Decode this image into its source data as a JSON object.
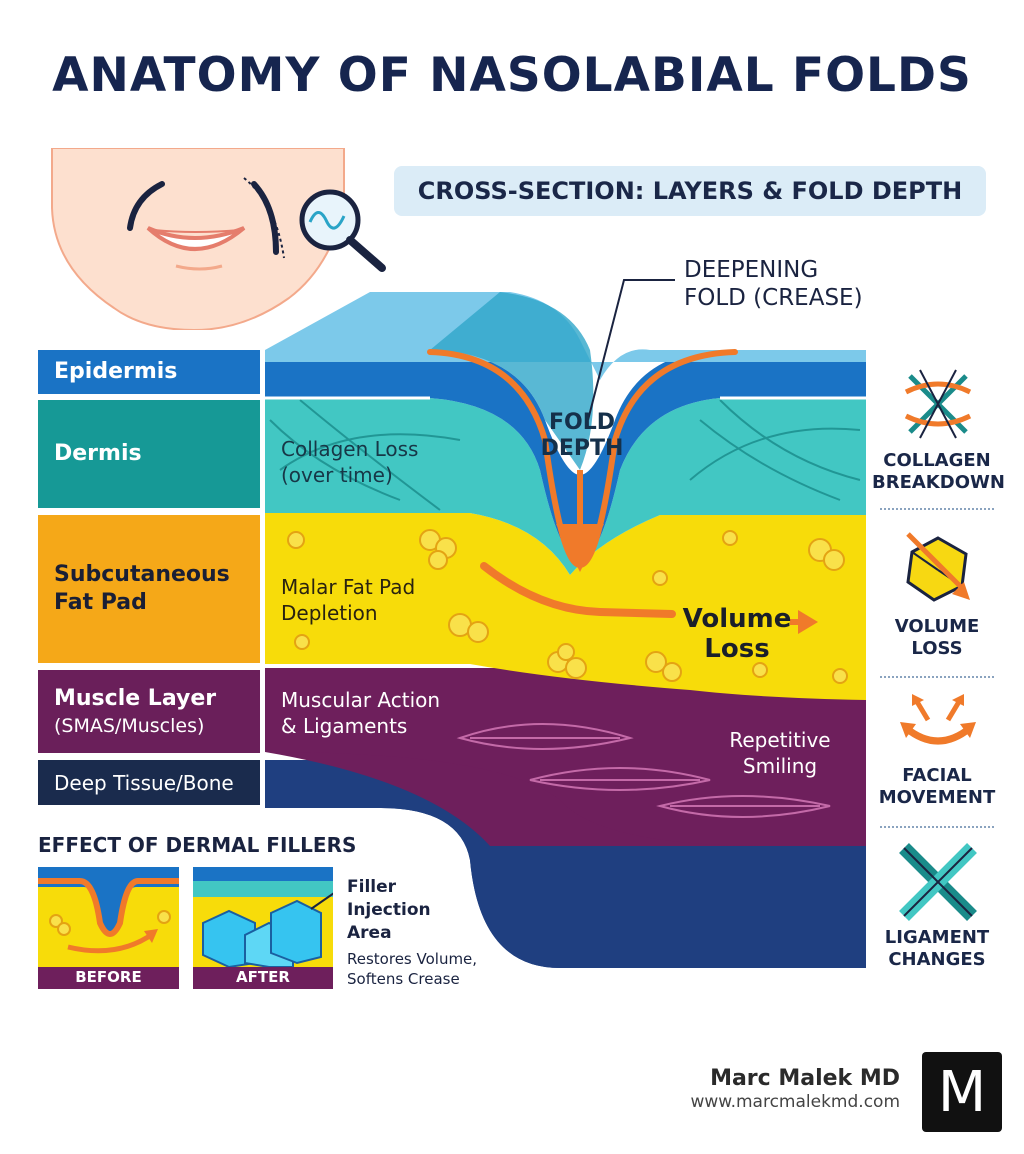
{
  "title": "ANATOMY OF NASOLABIAL FOLDS",
  "section_banner": "CROSS-SECTION: LAYERS & FOLD DEPTH",
  "layers": {
    "epidermis": "Epidermis",
    "dermis": "Dermis",
    "fat_line1": "Subcutaneous",
    "fat_line2": "Fat Pad",
    "muscle_line1": "Muscle Layer",
    "muscle_line2": "(SMAS/Muscles)",
    "deep": "Deep Tissue/Bone"
  },
  "annotations": {
    "collagen_line1": "Collagen Loss",
    "collagen_line2": "(over time)",
    "malar_line1": "Malar Fat Pad",
    "malar_line2": "Depletion",
    "muscular_line1": "Muscular Action",
    "muscular_line2": "& Ligaments",
    "smiling_line1": "Repetitive",
    "smiling_line2": "Smiling",
    "depth_line1": "FOLD",
    "depth_line2": "DEPTH",
    "volume_line1": "Volume",
    "volume_line2": "Loss",
    "crease_line1": "DEEPENING",
    "crease_line2": "FOLD (CREASE)"
  },
  "side_factors": [
    {
      "icon": "dna-helix-icon",
      "line1": "COLLAGEN",
      "line2": "BREAKDOWN"
    },
    {
      "icon": "deflating-cube-icon",
      "line1": "VOLUME",
      "line2": "LOSS"
    },
    {
      "icon": "curved-arrows-icon",
      "line1": "FACIAL",
      "line2": "MOVEMENT"
    },
    {
      "icon": "crossed-ligament-icon",
      "line1": "LIGAMENT",
      "line2": "CHANGES"
    }
  ],
  "fillers": {
    "title": "EFFECT OF DERMAL FILLERS",
    "before": "BEFORE",
    "after": "AFTER",
    "area_line1": "Filler",
    "area_line2": "Injection",
    "area_line3": "Area",
    "note_line1": "Restores Volume,",
    "note_line2": "Softens Crease"
  },
  "brand": {
    "name": "Marc Malek MD",
    "url": "www.marcmalekmd.com",
    "logo_letter": "M"
  },
  "colors": {
    "epidermis": "#1a73c5",
    "dermis": "#169996",
    "fat": "#f5a818",
    "fat_body": "#f7dc0a",
    "muscle": "#6a1f5a",
    "deep": "#1a3a78",
    "arrow": "#f07a2a",
    "title": "#16254f"
  }
}
